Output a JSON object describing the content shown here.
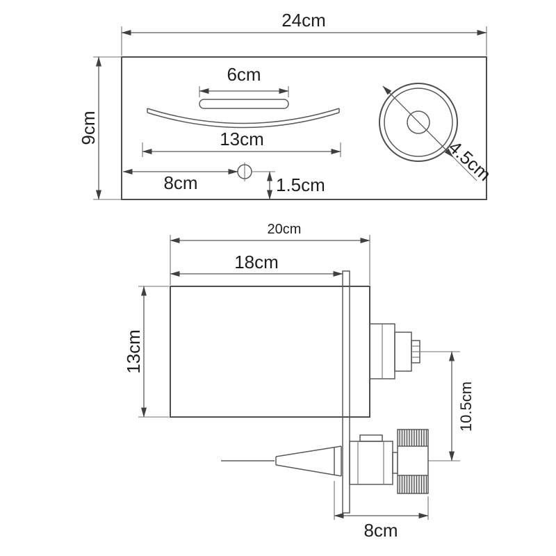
{
  "colors": {
    "background": "#ffffff",
    "line": "#4d4d4d",
    "text": "#1e1e1e"
  },
  "top_view": {
    "overall_width": "24cm",
    "overall_depth": "9cm",
    "slot_width": "6cm",
    "spout_width": "13cm",
    "hole_offset": "8cm",
    "hole_to_edge": "1.5cm",
    "knob_diameter": "4.5cm"
  },
  "side_view": {
    "box_width": "20cm",
    "inner_width": "18cm",
    "box_height": "13cm",
    "valve_drop": "10.5cm",
    "valve_depth": "8cm"
  }
}
